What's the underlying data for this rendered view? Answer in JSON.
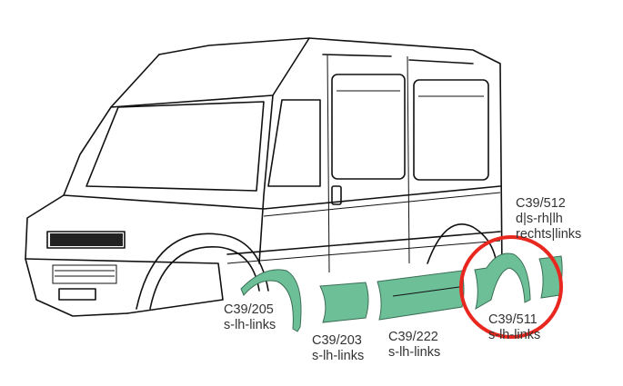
{
  "colors": {
    "part_fill": "#6dbf98",
    "highlight_circle": "#e8271e",
    "outline": "#111111"
  },
  "parts": [
    {
      "code": "C39/205",
      "side": "s-lh-links"
    },
    {
      "code": "C39/203",
      "side": "s-lh-links"
    },
    {
      "code": "C39/222",
      "side": "s-lh-links"
    },
    {
      "code": "C39/511",
      "side": "s-lh-links"
    },
    {
      "code": "C39/512",
      "side": "d|s-rh|lh",
      "side2": "rechts|links"
    }
  ],
  "highlighted_part": "C39/511"
}
